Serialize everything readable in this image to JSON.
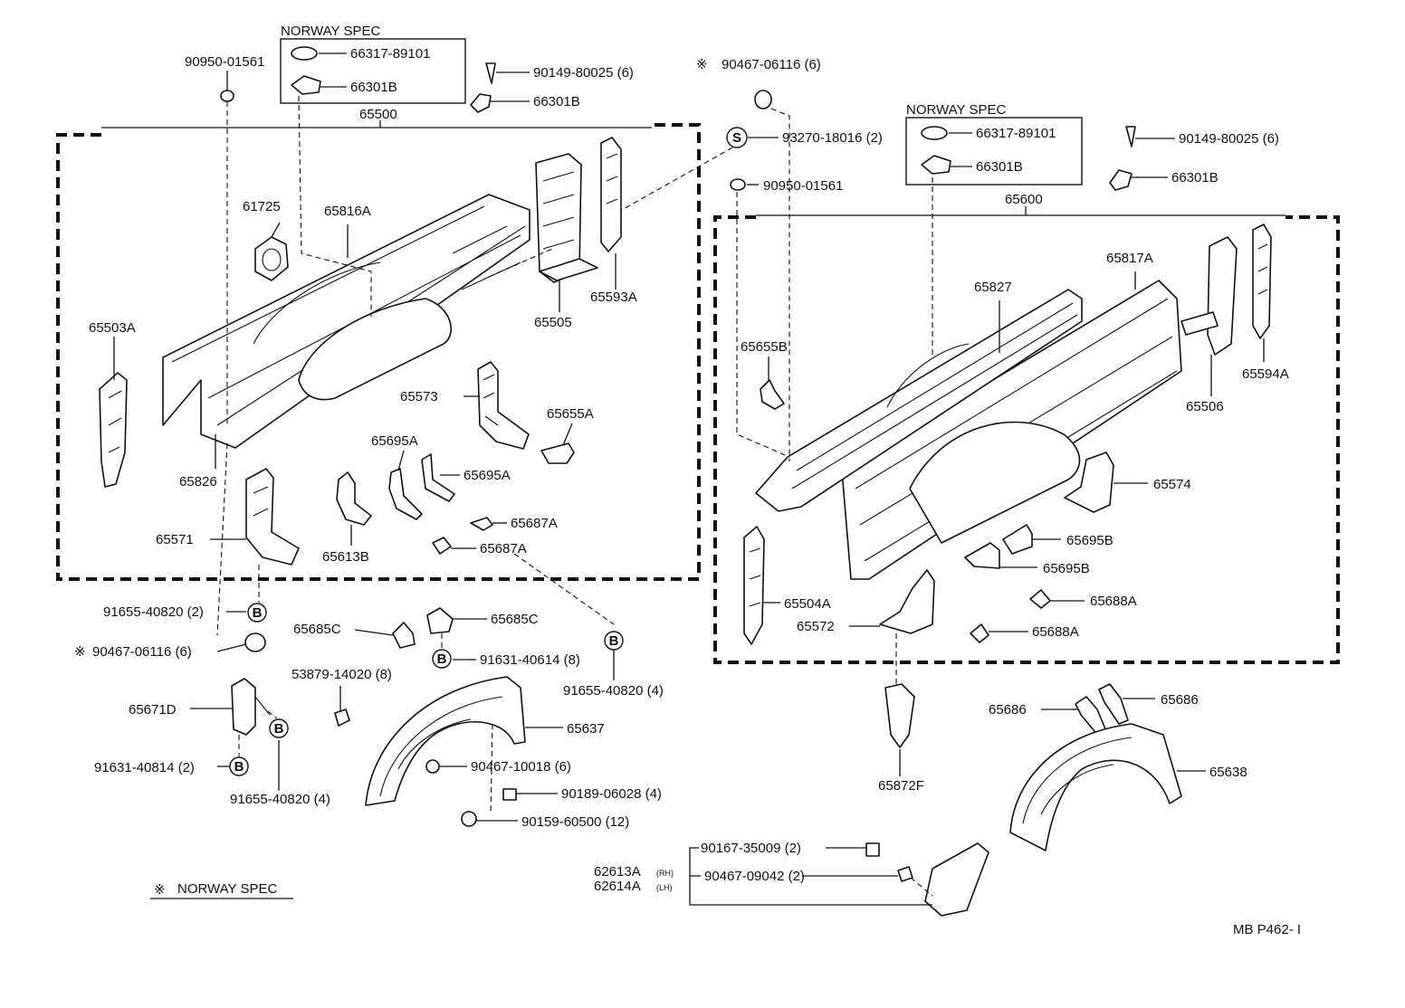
{
  "labels": {
    "p90950_01561_l": "90950-01561",
    "norway_spec_l": "NORWAY SPEC",
    "p66317_89101_l": "66317-89101",
    "p66301b_box_l": "66301B",
    "p90149_80025_l": "90149-80025 (6)",
    "p66301b_l": "66301B",
    "p65500": "65500",
    "p90467_06116_top": "90467-06116 (6)",
    "p93270": "93270-18016 (2)",
    "p90950_01561_r": "90950-01561",
    "norway_spec_r": "NORWAY SPEC",
    "p66317_89101_r": "66317-89101",
    "p66301b_box_r": "66301B",
    "p90149_80025_r": "90149-80025 (6)",
    "p66301b_r": "66301B",
    "p65600": "65600",
    "p61725": "61725",
    "p65816a": "65816A",
    "p65593a": "65593A",
    "p65505": "65505",
    "p65503a": "65503A",
    "p65573": "65573",
    "p65655a": "65655A",
    "p65695a_1": "65695A",
    "p65695a_2": "65695A",
    "p65826": "65826",
    "p65687a_1": "65687A",
    "p65687a_2": "65687A",
    "p65571": "65571",
    "p65613b": "65613B",
    "p65817a": "65817A",
    "p65827": "65827",
    "p65655b": "65655B",
    "p65594a": "65594A",
    "p65506": "65506",
    "p65574": "65574",
    "p65695b_1": "65695B",
    "p65695b_2": "65695B",
    "p65688a_1": "65688A",
    "p65688a_2": "65688A",
    "p65504a": "65504A",
    "p65572": "65572",
    "p91655_40820_2": "91655-40820 (2)",
    "p90467_06116_low": "90467-06116 (6)",
    "p65685c_1": "65685C",
    "p65685c_2": "65685C",
    "p91631_40614": "91631-40614 (8)",
    "p91655_40820_4a": "91655-40820 (4)",
    "p53879": "53879-14020 (8)",
    "p65671d": "65671D",
    "p91631_40814": "91631-40814 (2)",
    "p91655_40820_4b": "91655-40820 (4)",
    "p65637": "65637",
    "p90467_10018": "90467-10018 (6)",
    "p90189": "90189-06028 (4)",
    "p90159": "90159-60500 (12)",
    "p65872f": "65872F",
    "p65686_1": "65686",
    "p65686_2": "65686",
    "p65638": "65638",
    "p90167": "90167-35009 (2)",
    "p62613a": "62613A",
    "p62613a_rh": "(RH)",
    "p62614a": "62614A",
    "p62614a_lh": "(LH)",
    "p90467_09042": "90467-09042 (2)",
    "legend": "NORWAY SPEC",
    "ref_code": "MB P462- I"
  },
  "symbols": {
    "bolt": "B",
    "stud": "S",
    "asterisk": "※"
  }
}
